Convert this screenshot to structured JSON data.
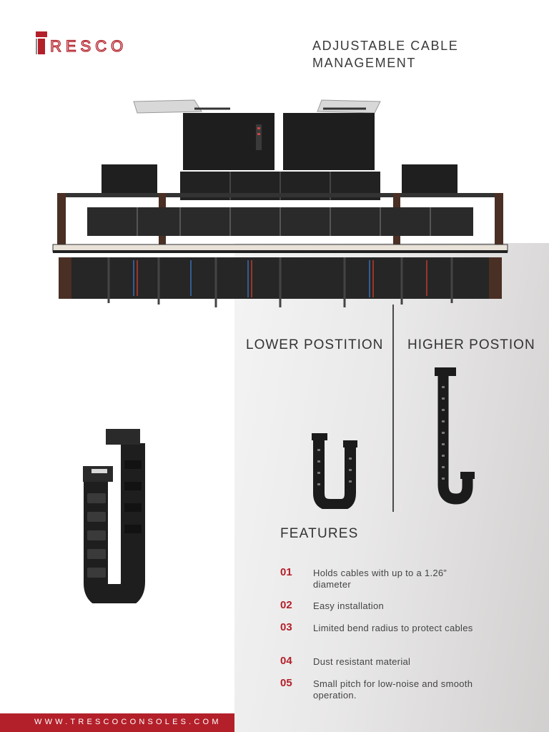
{
  "brand": {
    "logo_text": "TRESCO"
  },
  "header": {
    "title_line1": "ADJUSTABLE CABLE",
    "title_line2": "MANAGEMENT"
  },
  "positions": {
    "lower_label": "LOWER POSTITION",
    "higher_label": "HIGHER POSTION"
  },
  "features": {
    "title": "FEATURES",
    "items": [
      {
        "num": "01",
        "text": "Holds cables with up to a 1.26” diameter"
      },
      {
        "num": "02",
        "text": "Easy installation"
      },
      {
        "num": "03",
        "text": "Limited bend radius to protect cables"
      },
      {
        "num": "04",
        "text": "Dust resistant material"
      },
      {
        "num": "05",
        "text": "Small pitch for low-noise and smooth operation."
      }
    ]
  },
  "footer": {
    "url": "WWW.TRESCOCONSOLES.COM"
  },
  "colors": {
    "accent": "#b3202a",
    "text": "#333333",
    "panel": "#e9e8e8"
  },
  "images": [
    "console-photo",
    "cable-chain-lower",
    "cable-chain-higher",
    "cable-chain-closeup"
  ]
}
